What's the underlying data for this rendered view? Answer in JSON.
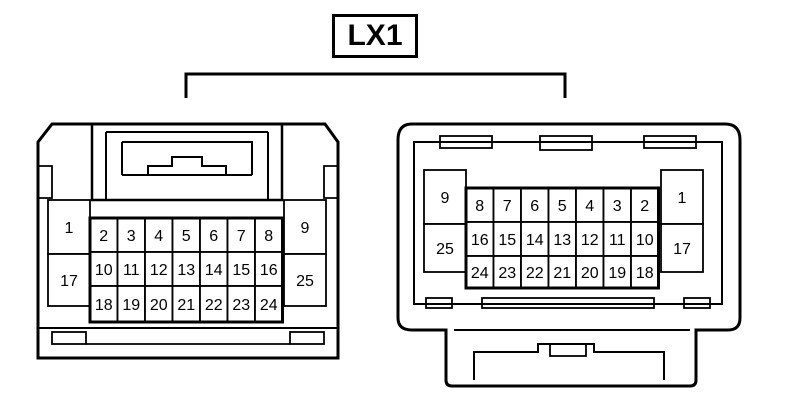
{
  "connector": {
    "name": "LX1",
    "left_view": {
      "rows": [
        [
          "1",
          "2",
          "3",
          "4",
          "5",
          "6",
          "7",
          "8",
          "9"
        ],
        [
          "17",
          "10",
          "11",
          "12",
          "13",
          "14",
          "15",
          "16",
          "25"
        ],
        [
          "18",
          "19",
          "20",
          "21",
          "22",
          "23",
          "24"
        ]
      ]
    },
    "right_view": {
      "rows": [
        [
          "9",
          "8",
          "7",
          "6",
          "5",
          "4",
          "3",
          "2",
          "1"
        ],
        [
          "25",
          "16",
          "15",
          "14",
          "13",
          "12",
          "11",
          "10",
          "17"
        ],
        [
          "24",
          "23",
          "22",
          "21",
          "20",
          "19",
          "18"
        ]
      ]
    }
  }
}
